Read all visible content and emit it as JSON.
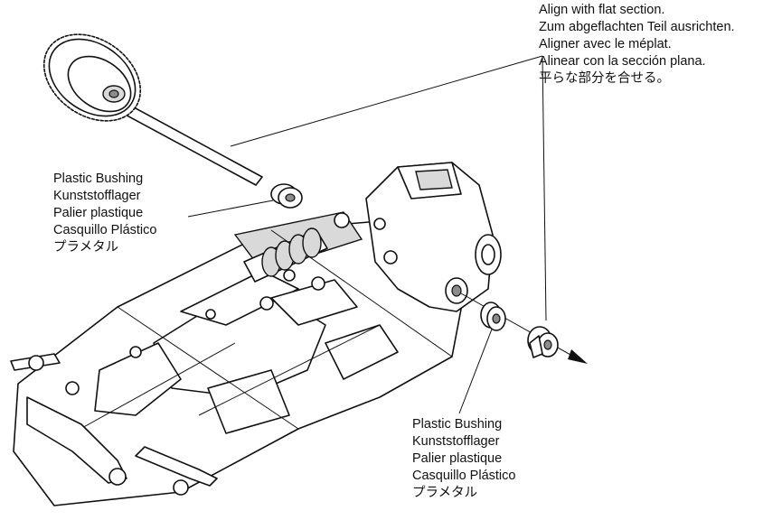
{
  "callouts": {
    "align_note": [
      "Align with flat section.",
      "Zum abgeflachten Teil ausrichten.",
      "Aligner avec le méplat.",
      "Alinear con la sección plana.",
      "平らな部分を合せる。"
    ],
    "bushing_top": [
      "Plastic Bushing",
      "Kunststofflager",
      "Palier plastique",
      "Casquillo Plástico",
      "プラメタル"
    ],
    "bushing_bottom": [
      "Plastic Bushing",
      "Kunststofflager",
      "Palier plastique",
      "Casquillo Plástico",
      "プラメタル"
    ]
  }
}
